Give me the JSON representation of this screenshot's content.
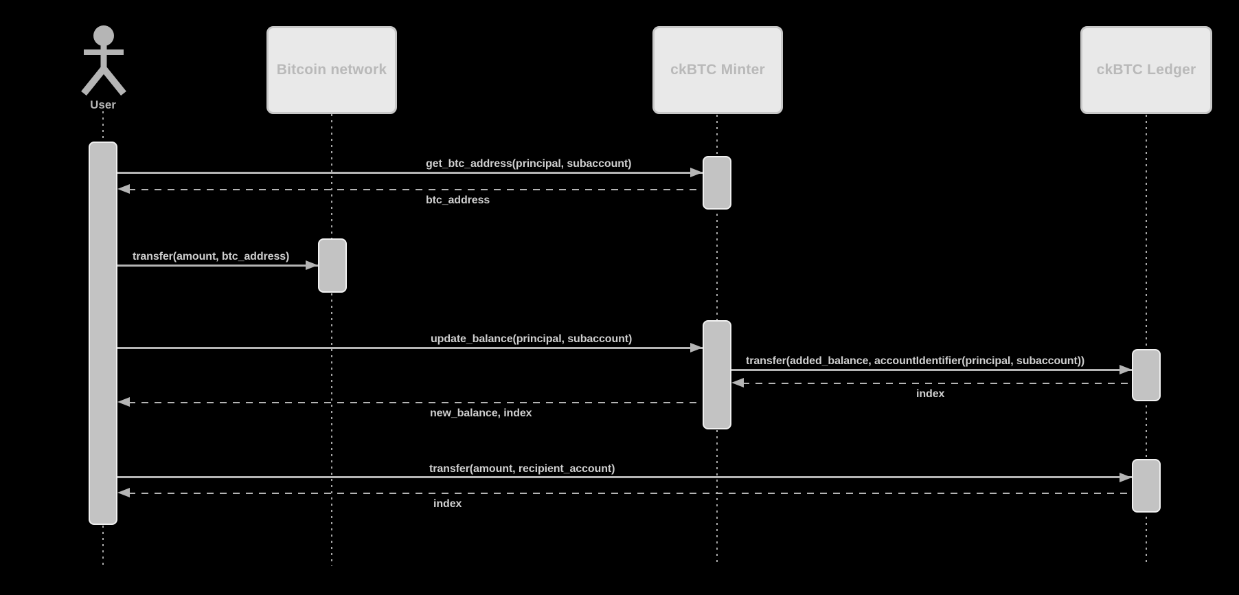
{
  "diagram": {
    "type": "sequence-diagram",
    "actors": [
      {
        "id": "user",
        "label": "User",
        "kind": "actor"
      },
      {
        "id": "bitcoin-network",
        "label": "Bitcoin network",
        "kind": "participant"
      },
      {
        "id": "ckbtc-minter",
        "label": "ckBTC Minter",
        "kind": "participant"
      },
      {
        "id": "ckbtc-ledger",
        "label": "ckBTC Ledger",
        "kind": "participant"
      }
    ],
    "messages": [
      {
        "from": "user",
        "to": "ckbtc-minter",
        "line": "solid",
        "label": "get_btc_address(principal, subaccount)"
      },
      {
        "from": "ckbtc-minter",
        "to": "user",
        "line": "dashed",
        "label": "btc_address"
      },
      {
        "from": "user",
        "to": "bitcoin-network",
        "line": "solid",
        "label": "transfer(amount, btc_address)"
      },
      {
        "from": "user",
        "to": "ckbtc-minter",
        "line": "solid",
        "label": "update_balance(principal, subaccount)"
      },
      {
        "from": "ckbtc-minter",
        "to": "ckbtc-ledger",
        "line": "solid",
        "label": "transfer(added_balance, accountIdentifier(principal, subaccount))"
      },
      {
        "from": "ckbtc-ledger",
        "to": "ckbtc-minter",
        "line": "dashed",
        "label": "index"
      },
      {
        "from": "ckbtc-minter",
        "to": "user",
        "line": "dashed",
        "label": "new_balance, index"
      },
      {
        "from": "user",
        "to": "ckbtc-ledger",
        "line": "solid",
        "label": "transfer(amount, recipient_account)"
      },
      {
        "from": "ckbtc-ledger",
        "to": "user",
        "line": "dashed",
        "label": "index"
      }
    ],
    "colors": {
      "background": "#000000",
      "participant_fill": "#e9e9e9",
      "participant_border": "#c8c8c8",
      "participant_text": "#b9b9b9",
      "activation_fill": "#c3c3c3",
      "activation_border": "#f2f2f2",
      "line": "#b5b5b5",
      "message_text": "#cfcfcf",
      "lifeline": "#a8a8a8"
    }
  }
}
